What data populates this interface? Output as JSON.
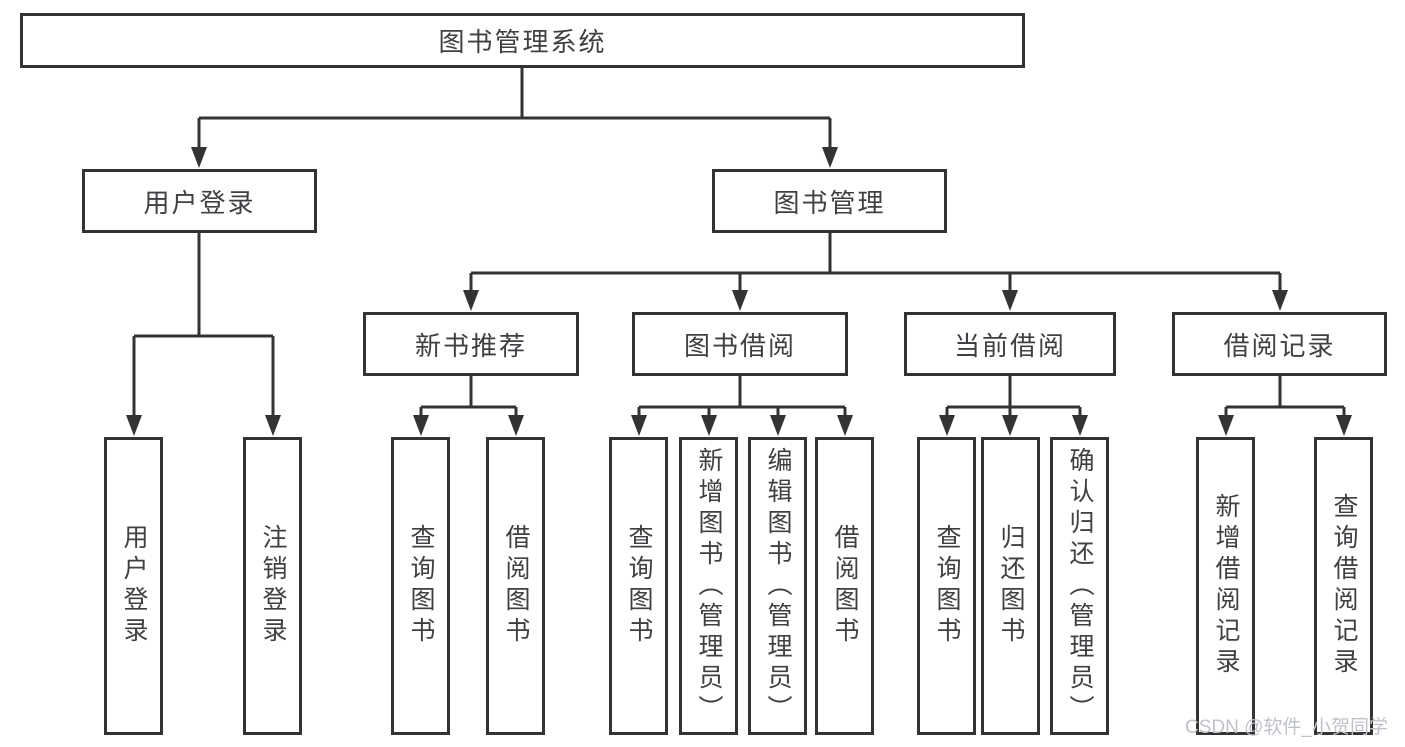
{
  "diagram": {
    "root": {
      "label": "图书管理系统"
    },
    "branches": [
      {
        "label": "用户登录",
        "children": [
          {
            "label": "用户登录"
          },
          {
            "label": "注销登录"
          }
        ]
      },
      {
        "label": "图书管理",
        "children": [
          {
            "label": "新书推荐",
            "children": [
              {
                "label": "查询图书"
              },
              {
                "label": "借阅图书"
              }
            ]
          },
          {
            "label": "图书借阅",
            "children": [
              {
                "label": "查询图书"
              },
              {
                "label": "新增图书（管理员）"
              },
              {
                "label": "编辑图书（管理员）"
              },
              {
                "label": "借阅图书"
              }
            ]
          },
          {
            "label": "当前借阅",
            "children": [
              {
                "label": "查询图书"
              },
              {
                "label": "归还图书"
              },
              {
                "label": "确认归还（管理员）"
              }
            ]
          },
          {
            "label": "借阅记录",
            "children": [
              {
                "label": "新增借阅记录"
              },
              {
                "label": "查询借阅记录"
              }
            ]
          }
        ]
      }
    ]
  },
  "watermark": {
    "text": "CSDN @软件_小贺同学"
  },
  "colors": {
    "line": "#333333",
    "node_border": "#333333",
    "node_fill": "#ffffff",
    "text": "#3f4043",
    "watermark": "#bfc3c9",
    "background": "#ffffff"
  }
}
